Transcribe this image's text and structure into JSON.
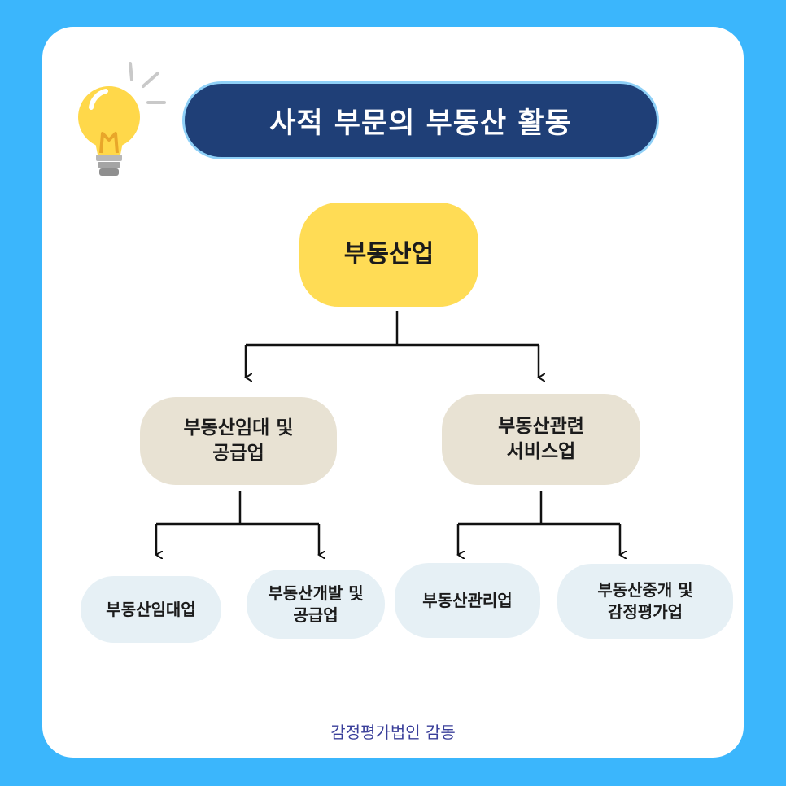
{
  "title": "사적 부문의 부동산 활동",
  "root": {
    "label": "부동산업"
  },
  "branches": [
    {
      "label": "부동산임대 및\n공급업",
      "children": [
        {
          "label": "부동산임대업"
        },
        {
          "label": "부동산개발 및\n공급업"
        }
      ]
    },
    {
      "label": "부동산관련\n서비스업",
      "children": [
        {
          "label": "부동산관리업"
        },
        {
          "label": "부동산중개 및\n감정평가업"
        }
      ]
    }
  ],
  "footer": "감정평가법인 감동",
  "colors": {
    "background": "#3bb6fc",
    "title_bg": "#1f3f77",
    "root_bg": "#ffdc55",
    "mid_bg": "#e8e2d3",
    "leaf_bg": "#e6f0f5",
    "footer_text": "#3a3f9a"
  },
  "icons": [
    "lightbulb-icon"
  ]
}
